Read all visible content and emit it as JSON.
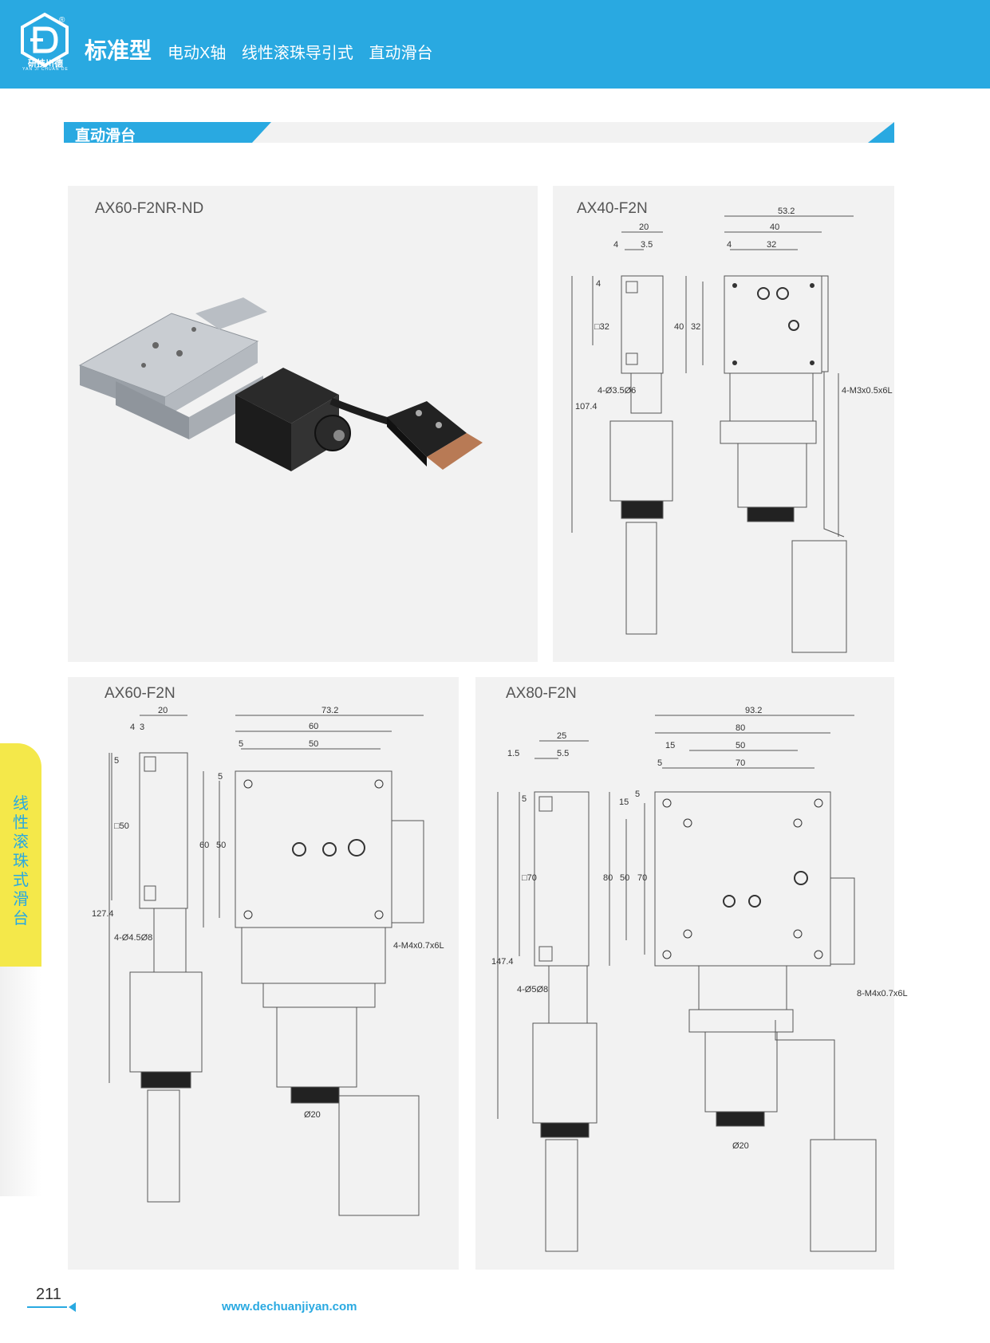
{
  "header": {
    "brand": "研技川德",
    "brand_sub": "YAN JI CHUAN DE",
    "reg_mark": "®",
    "title": "标准型",
    "subtitles": [
      "电动X轴",
      "线性滚珠导引式",
      "直动滑台"
    ]
  },
  "section": {
    "label": "直动滑台"
  },
  "panels": {
    "p1": {
      "title": "AX60-F2NR-ND"
    },
    "p2": {
      "title": "AX40-F2N",
      "dims": {
        "d53": "53.2",
        "d40": "40",
        "d32": "32",
        "d4a": "4",
        "d20": "20",
        "d4b": "4",
        "d35": "3.5",
        "v4": "4",
        "vsq32": "□32",
        "v40": "40",
        "v32": "32",
        "v1074": "107.4",
        "hole": "4-Ø3.5Ø6",
        "thread": "4-M3x0.5x6L"
      }
    },
    "p3": {
      "title": "AX60-F2N",
      "dims": {
        "d732": "73.2",
        "d60": "60",
        "d50": "50",
        "d5a": "5",
        "d20": "20",
        "d4": "4",
        "d3": "3",
        "v5": "5",
        "vsq50": "□50",
        "v60": "60",
        "v50": "50",
        "v5b": "5",
        "v1274": "127.4",
        "hole": "4-Ø4.5Ø8",
        "thread": "4-M4x0.7x6L",
        "knob": "Ø20"
      }
    },
    "p4": {
      "title": "AX80-F2N",
      "dims": {
        "d932": "93.2",
        "d80": "80",
        "d50": "50",
        "d70": "70",
        "d15": "15",
        "d5": "5",
        "d25": "25",
        "d15b": "1.5",
        "d55": "5.5",
        "v5": "5",
        "vsq70": "□70",
        "v80": "80",
        "v50": "50",
        "v70": "70",
        "v15": "15",
        "v5b": "5",
        "v1474": "147.4",
        "hole": "4-Ø5Ø8",
        "thread": "8-M4x0.7x6L",
        "knob": "Ø20"
      }
    }
  },
  "side_tab": {
    "text": "线性滚珠式滑台"
  },
  "footer": {
    "page": "211",
    "url": "www.dechuanjiyan.com"
  },
  "colors": {
    "brand_blue": "#29a9e1",
    "tab_yellow": "#f4e84a",
    "panel_grey": "#f2f2f2"
  }
}
